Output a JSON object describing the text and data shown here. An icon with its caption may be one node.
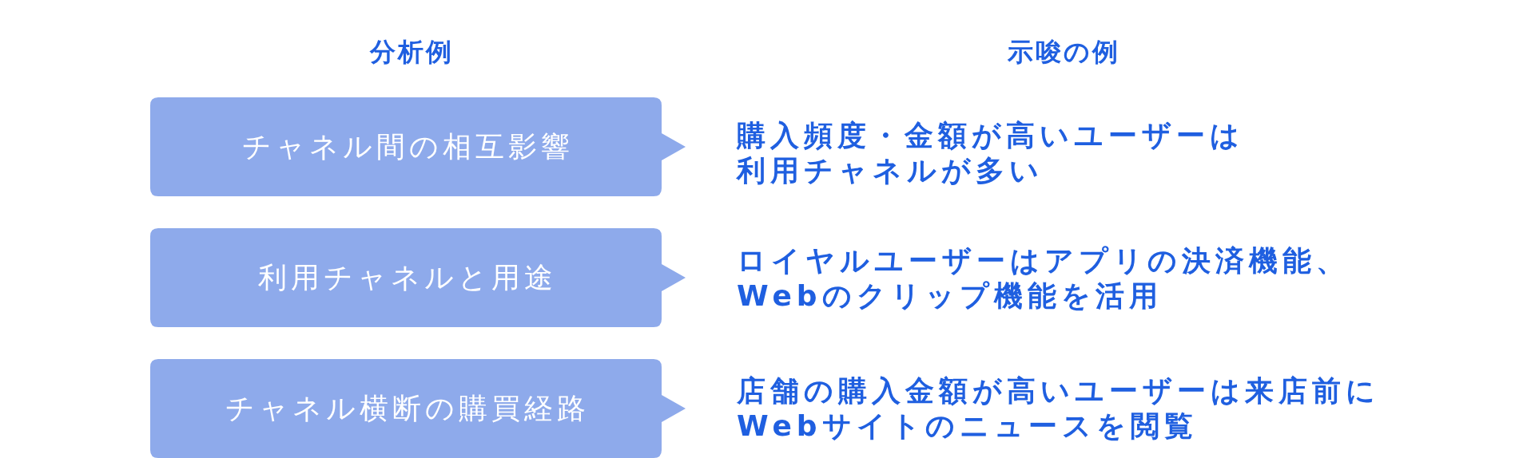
{
  "diagram": {
    "nodes": [
      {
        "text": [
          "チャネル間の相互影響"
        ],
        "beside": [
          "購入頻度・金額が高いユーザーは利用チャネルが多い"
        ]
      },
      {
        "text": [
          "利用チャネルと用途"
        ],
        "beside": [
          "ロイヤルユーザーはアプリの決済機能、Webのクリップ機能を活用"
        ]
      },
      {
        "text": [
          "チャネル横断の購買経路"
        ],
        "beside": [
          "店舗の購入金額が高いユーザーは来店前にWebサイトのニュースを閲覧"
        ]
      }
    ],
    "edges": [],
    "labels": [
      "分析例",
      "示唆の例"
    ]
  }
}
